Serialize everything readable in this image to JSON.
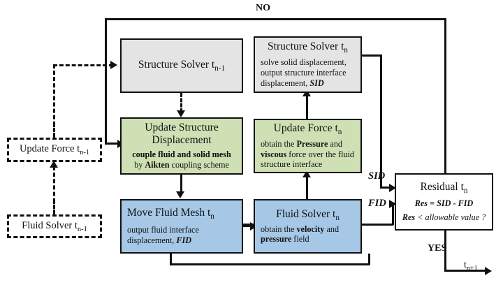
{
  "diagram": {
    "title": "FSI partitioned coupling flowchart",
    "colors": {
      "structure_solver": "#e4e4e4",
      "update_force": "#cfe0b4",
      "fluid": "#a6c8e6",
      "residual": "#ffffff",
      "line": "#111111"
    },
    "nodes": {
      "structure_solver_prev": {
        "title": "Structure Solver t",
        "sub_index": "n-1",
        "body": []
      },
      "update_structure_displacement": {
        "title_line1": "Update Structure",
        "title_line2": "Displacement",
        "body_line1_a": "couple fluid and solid mesh",
        "body_line2_a": "by ",
        "body_line2_b": "Aikten",
        "body_line2_c": " coupling scheme"
      },
      "move_fluid_mesh": {
        "title": "Move Fluid Mesh t",
        "sub_index": "n",
        "body_line1": "output fluid interface",
        "body_line2_a": "displacement, ",
        "body_line2_b": "FID"
      },
      "structure_solver_curr": {
        "title": "Structure Solver t",
        "sub_index": "n",
        "body_line1": "solve solid displacement,",
        "body_line2": "output structure interface",
        "body_line3_a": "displacement, ",
        "body_line3_b": "SID"
      },
      "update_force_curr": {
        "title": "Update Force t",
        "sub_index": "n",
        "body_line1_a": "obtain the ",
        "body_line1_b": "Pressure",
        "body_line1_c": " and",
        "body_line2_a": "viscous",
        "body_line2_b": " force over the fluid",
        "body_line3": "structure interface"
      },
      "fluid_solver_curr": {
        "title": "Fluid Solver t",
        "sub_index": "n",
        "body_line1_a": "obtain the ",
        "body_line1_b": "velocity",
        "body_line1_c": " and",
        "body_line2_a": "pressure",
        "body_line2_b": " field"
      },
      "residual": {
        "title": "Residual t",
        "sub_index": "n",
        "equation_a": "Res",
        "equation_b": " = ",
        "equation_c": "SID",
        "equation_d": " - ",
        "equation_e": "FID",
        "condition_a": "Res",
        "condition_b": " < ",
        "condition_c": "allowable value ?"
      },
      "update_force_prev": {
        "title": "Update Force t",
        "sub_index": "n-1"
      },
      "fluid_solver_prev": {
        "title": "Fluid Solver t",
        "sub_index": "n-1"
      }
    },
    "edge_labels": {
      "no": "NO",
      "yes": "YES",
      "sid": "SID",
      "fid": "FID",
      "next_step": "t",
      "next_step_sub": "n+1"
    }
  }
}
